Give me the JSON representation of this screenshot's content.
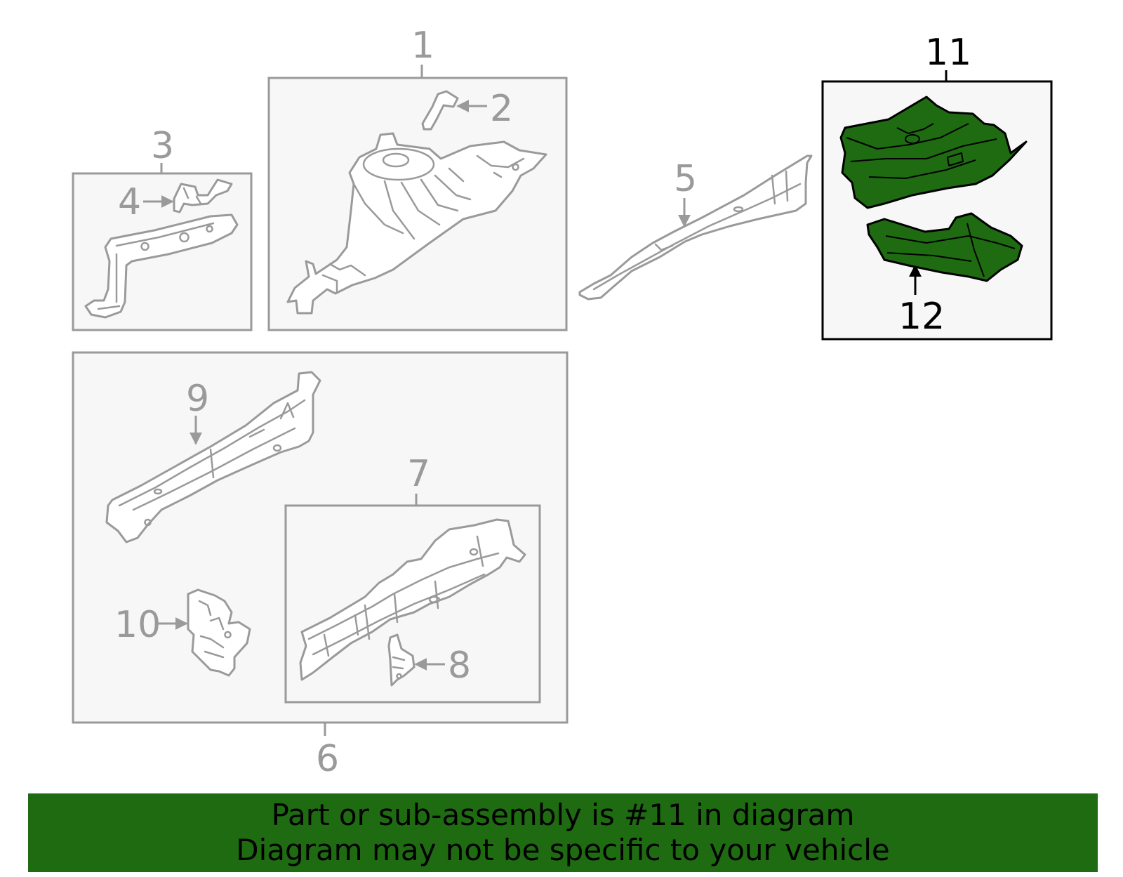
{
  "diagram": {
    "callouts": {
      "c1": "1",
      "c2": "2",
      "c3": "3",
      "c4": "4",
      "c5": "5",
      "c6": "6",
      "c7": "7",
      "c8": "8",
      "c9": "9",
      "c10": "10",
      "c11": "11",
      "c12": "12"
    },
    "highlight_part": "11",
    "colors": {
      "highlight_fill": "#1e6b12",
      "highlight_stroke": "#000000",
      "outline_gray": "#9a9a9a",
      "box_fill": "#f7f7f7",
      "banner_fill": "#1e6b12"
    }
  },
  "banner": {
    "line1": "Part or sub-assembly is #11 in diagram",
    "line2": "Diagram may not be specific to your vehicle"
  }
}
